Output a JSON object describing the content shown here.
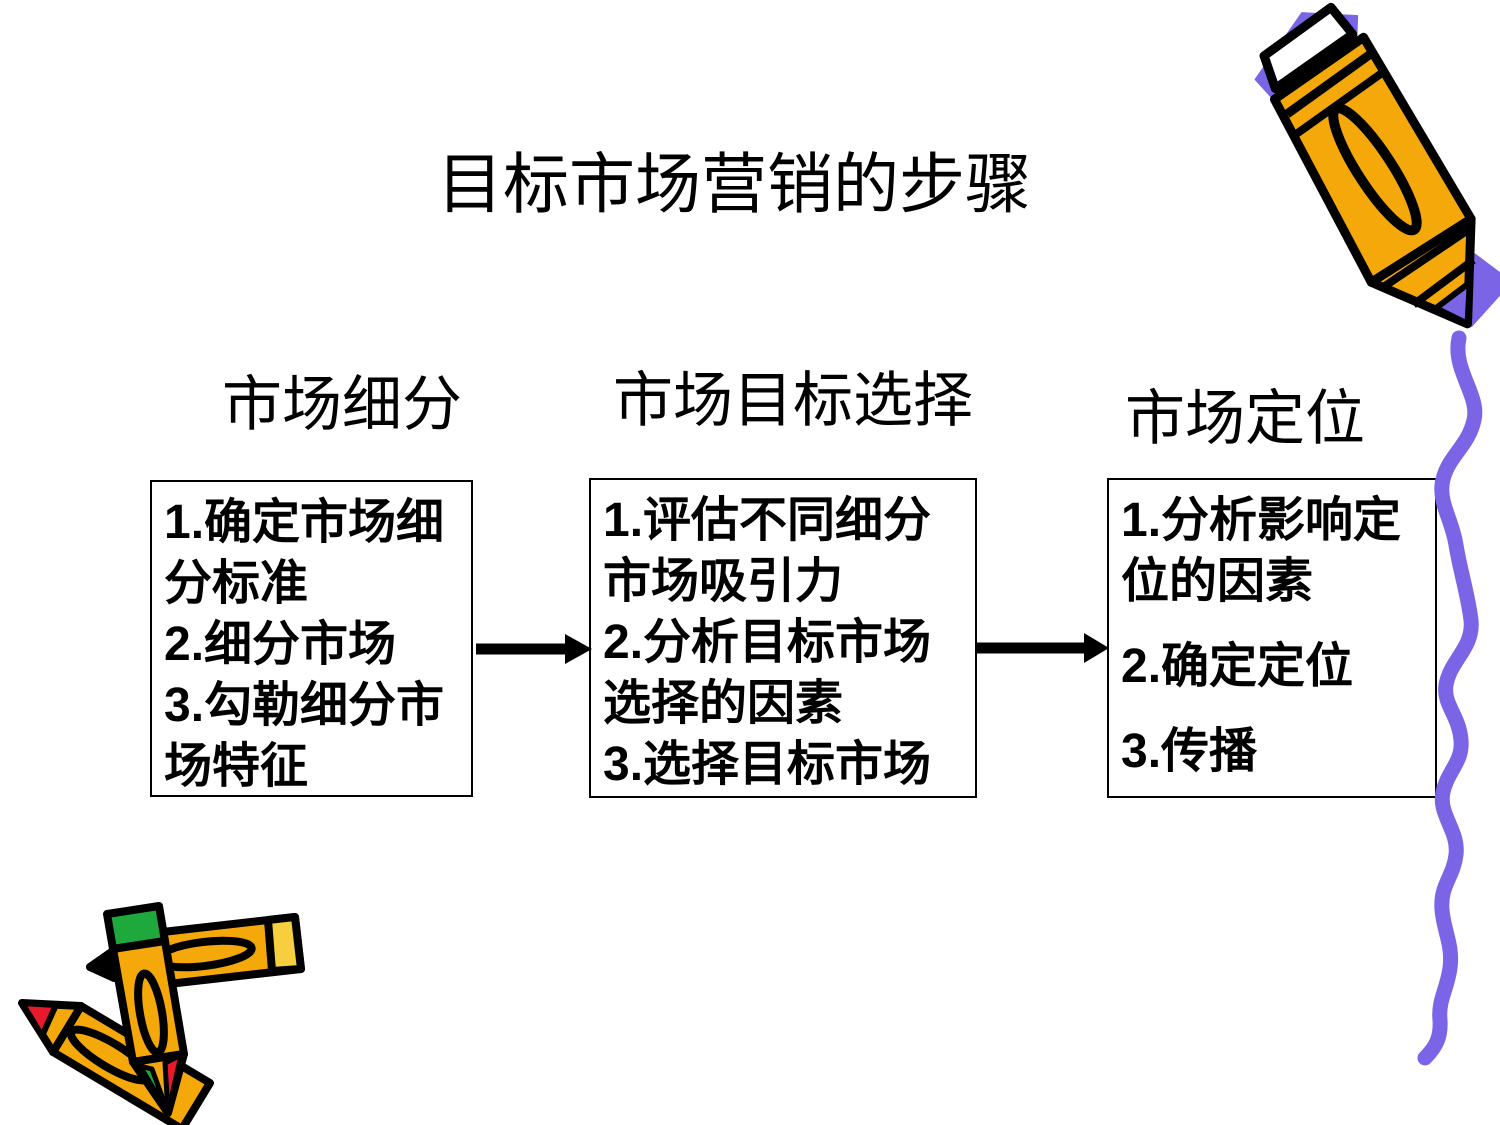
{
  "slide": {
    "title": "目标市场营销的步骤",
    "columns": [
      {
        "header": "市场细分",
        "items": [
          {
            "num": "1.",
            "text": "确定市场细\n分标准"
          },
          {
            "num": "2.",
            "text": "细分市场"
          },
          {
            "num": "3.",
            "text": "勾勒细分市\n场特征"
          }
        ]
      },
      {
        "header": "市场目标选择",
        "items": [
          {
            "num": "1.",
            "text": "评估不同细分\n市场吸引力"
          },
          {
            "num": "2.",
            "text": "分析目标市场\n选择的因素"
          },
          {
            "num": "3.",
            "text": "选择目标市场"
          }
        ]
      },
      {
        "header": "市场定位",
        "items": [
          {
            "num": "1.",
            "text": "分析影响定\n位的因素"
          },
          {
            "num": "2.",
            "text": "确定定位"
          },
          {
            "num": "3.",
            "text": "传播"
          }
        ]
      }
    ],
    "decorations": [
      "pencil-icon",
      "crayons-icon",
      "squiggle-line"
    ]
  },
  "colors": {
    "text": "#000000",
    "outline": "#000000",
    "orange": "#F5A80A",
    "yellow": "#F6CE3E",
    "purple": "#7B64E6",
    "green": "#1FA83C",
    "red": "#E8192C",
    "white": "#FFFFFF"
  }
}
